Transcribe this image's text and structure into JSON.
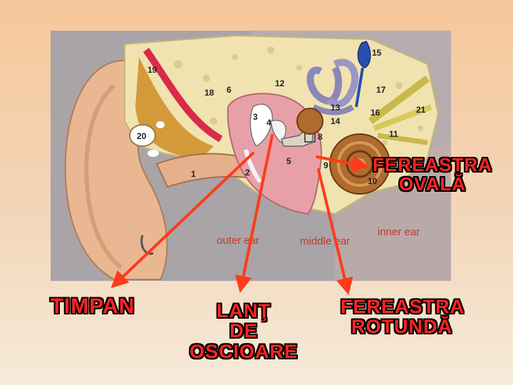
{
  "diagram": {
    "region_labels": {
      "outer": "outer ear",
      "middle": "middle ear",
      "inner": "inner ear"
    },
    "part_numbers": [
      "1",
      "2",
      "3",
      "4",
      "5",
      "6",
      "8",
      "9",
      "10",
      "11",
      "12",
      "13",
      "14",
      "15",
      "16",
      "17",
      "18",
      "19",
      "20",
      "21"
    ]
  },
  "callouts": {
    "oval_window": [
      "FEREASTRA",
      "OVALĂ"
    ],
    "eardrum": [
      "TIMPAN"
    ],
    "ossicles": [
      "LANŢ",
      "DE",
      "OSCIOARE"
    ],
    "round_window": [
      "FEREASTRA",
      "ROTUNDĂ"
    ]
  },
  "colors": {
    "arrow": "#ff3b1a",
    "label_fill": "#ff2222",
    "label_outline": "#000000"
  }
}
